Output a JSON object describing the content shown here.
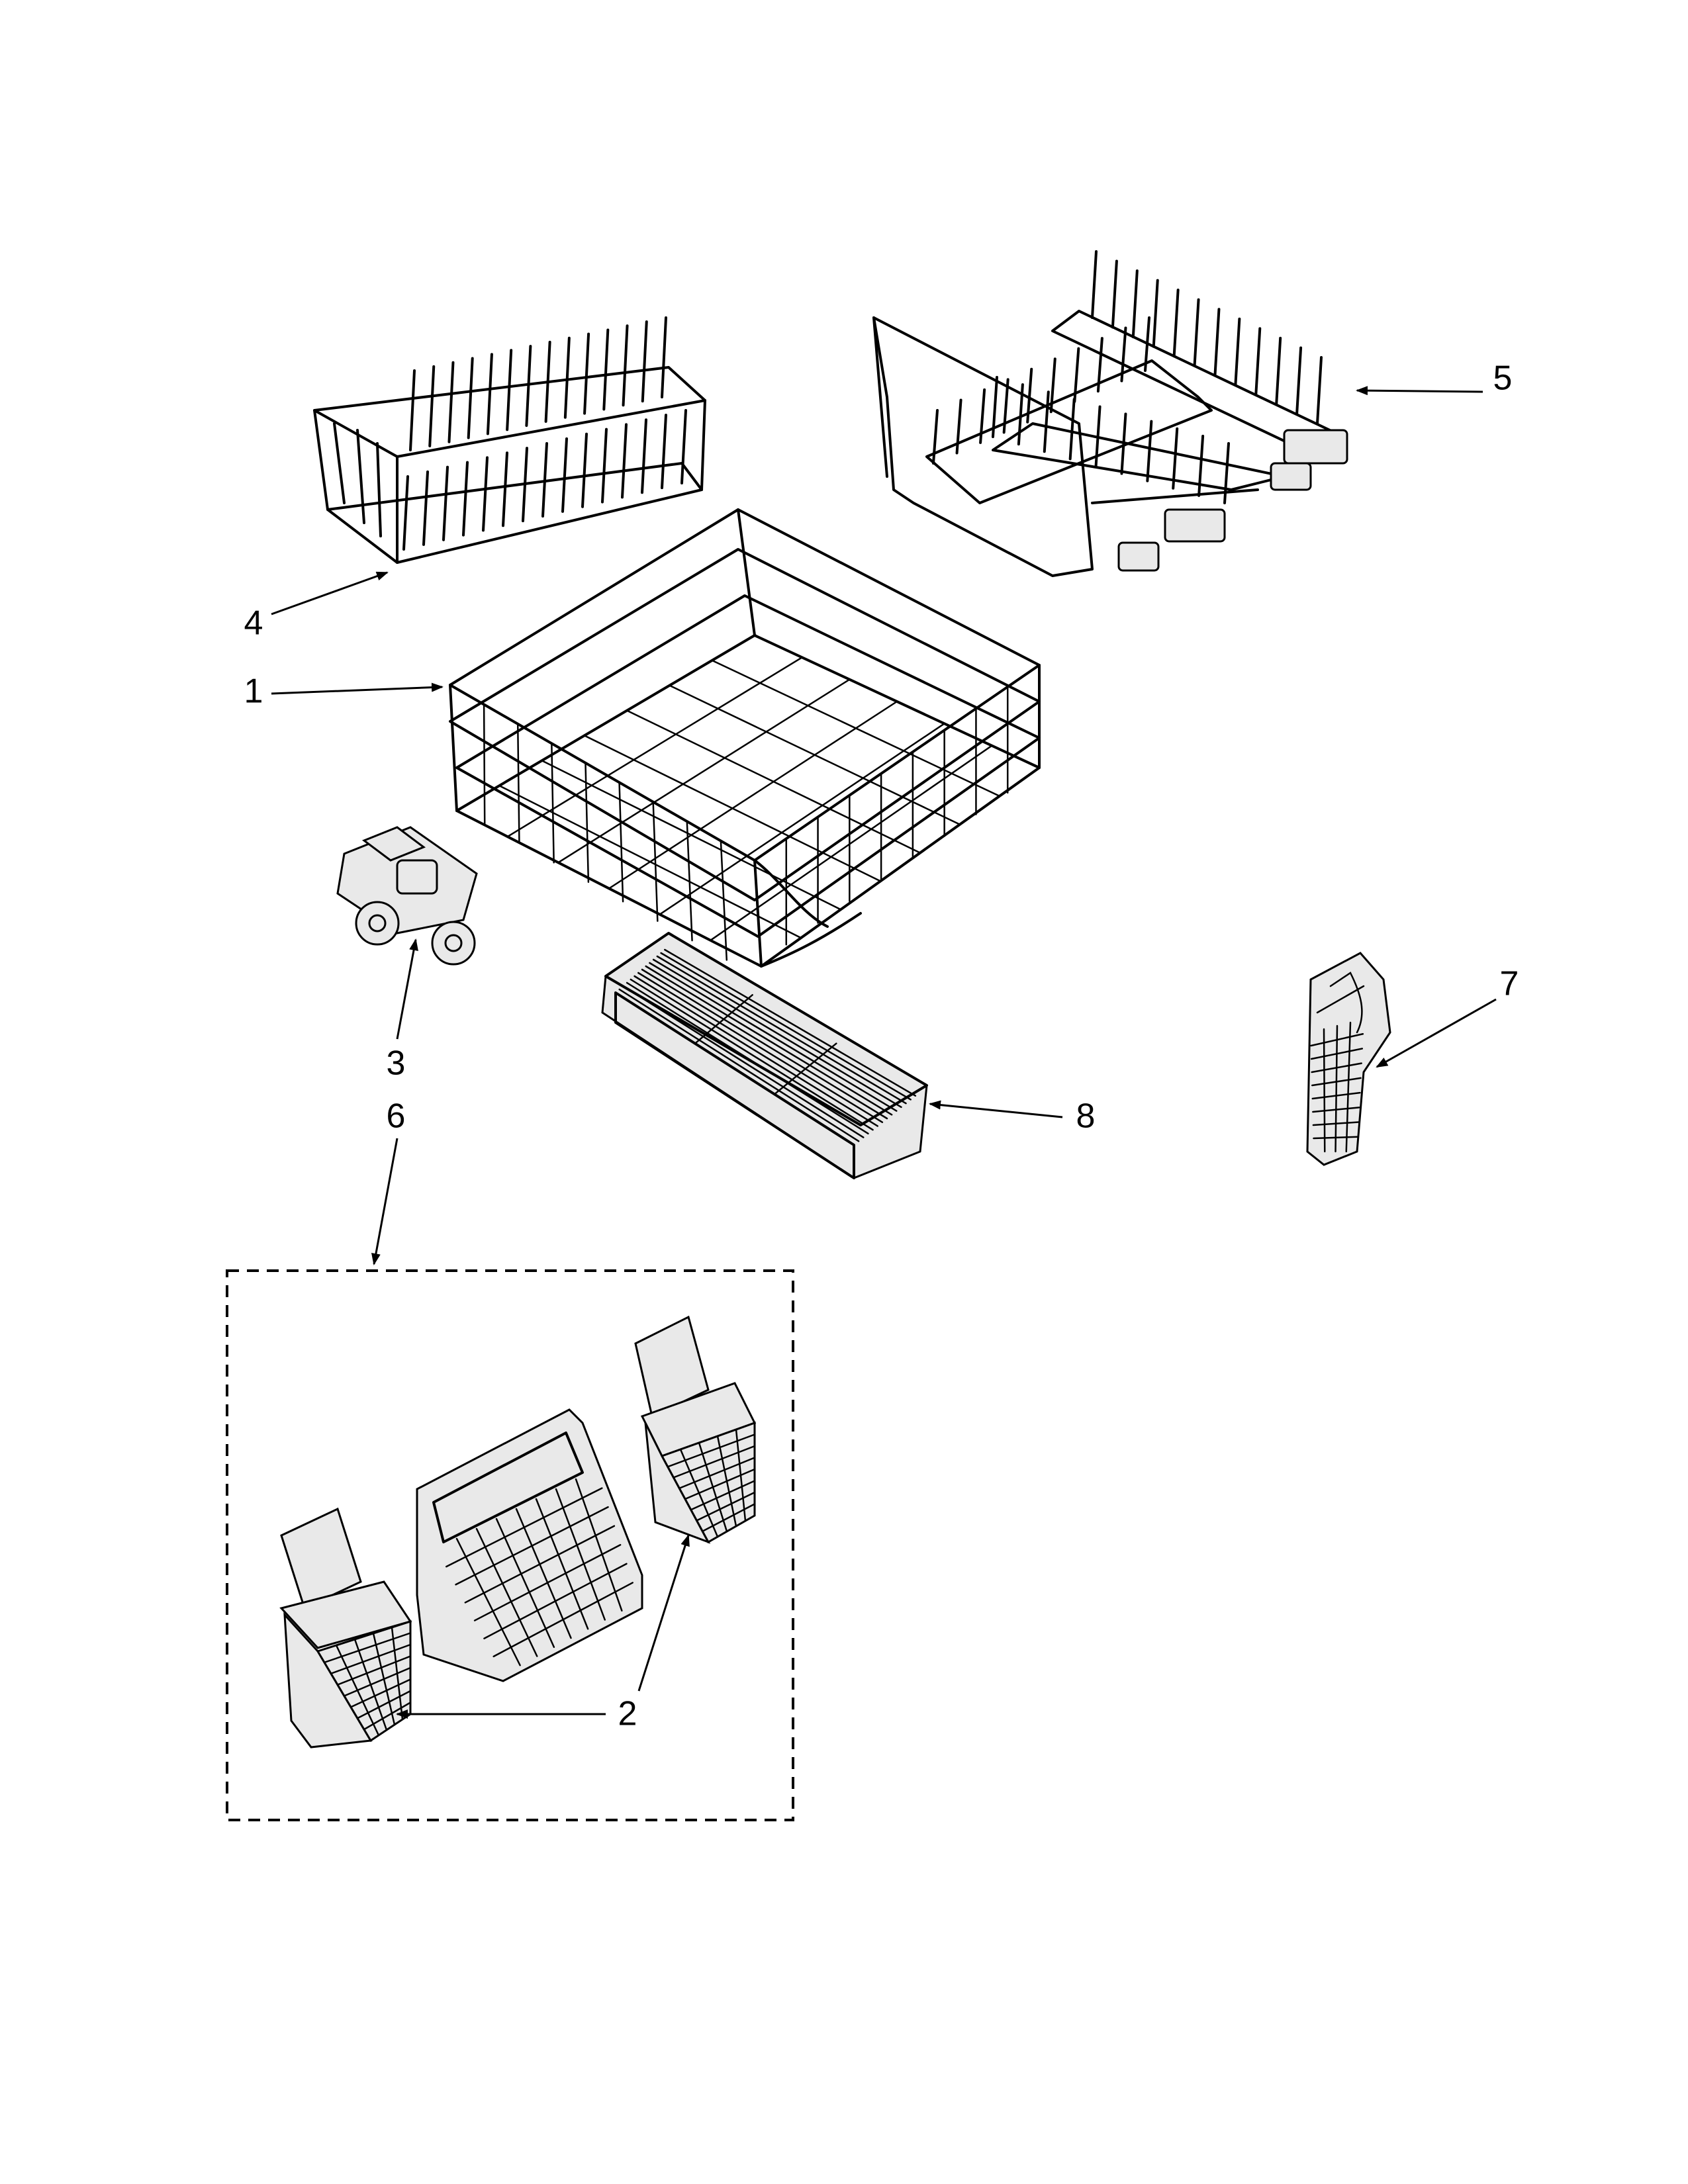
{
  "callouts": [
    {
      "id": "part-1",
      "label": "1"
    },
    {
      "id": "part-2",
      "label": "2"
    },
    {
      "id": "part-3",
      "label": "3"
    },
    {
      "id": "part-4",
      "label": "4"
    },
    {
      "id": "part-5",
      "label": "5"
    },
    {
      "id": "part-6",
      "label": "6"
    },
    {
      "id": "part-7",
      "label": "7"
    },
    {
      "id": "part-8",
      "label": "8"
    }
  ],
  "colors": {
    "line": "#000000",
    "background": "#ffffff",
    "part_fill": "#e9e9e9"
  },
  "parts": [
    {
      "callout": "1",
      "icon": "upper-rack-icon"
    },
    {
      "callout": "2",
      "icon": "small-silverware-basket-icon"
    },
    {
      "callout": "3",
      "icon": "rack-wheel-assembly-icon"
    },
    {
      "callout": "4",
      "icon": "tine-row-left-icon"
    },
    {
      "callout": "5",
      "icon": "tine-row-right-icon"
    },
    {
      "callout": "6",
      "icon": "silverware-basket-kit-icon"
    },
    {
      "callout": "7",
      "icon": "narrow-utensil-basket-icon"
    },
    {
      "callout": "8",
      "icon": "utensil-tray-icon"
    }
  ]
}
